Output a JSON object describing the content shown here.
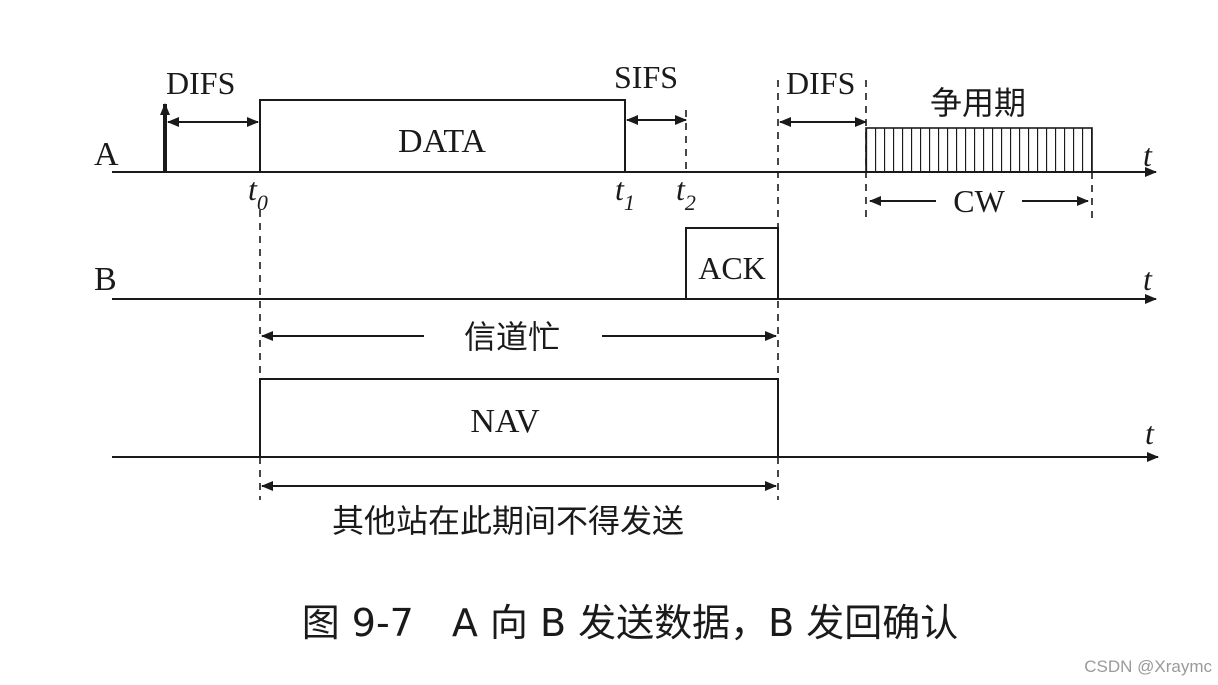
{
  "rows": {
    "a": "A",
    "b": "B",
    "t_axis": "t"
  },
  "intervals": {
    "difs_1": "DIFS",
    "sifs": "SIFS",
    "difs_2": "DIFS",
    "contention": "争用期",
    "cw": "CW"
  },
  "frames": {
    "data": "DATA",
    "ack": "ACK",
    "nav": "NAV"
  },
  "times": {
    "t0_base": "t",
    "t0_sub": "0",
    "t1_base": "t",
    "t1_sub": "1",
    "t2_base": "t",
    "t2_sub": "2"
  },
  "spans": {
    "channel_busy": "信道忙",
    "others_no_send": "其他站在此期间不得发送"
  },
  "caption": "图 9-7　A 向 B 发送数据，B 发回确认",
  "watermark": "CSDN @Xraymc"
}
